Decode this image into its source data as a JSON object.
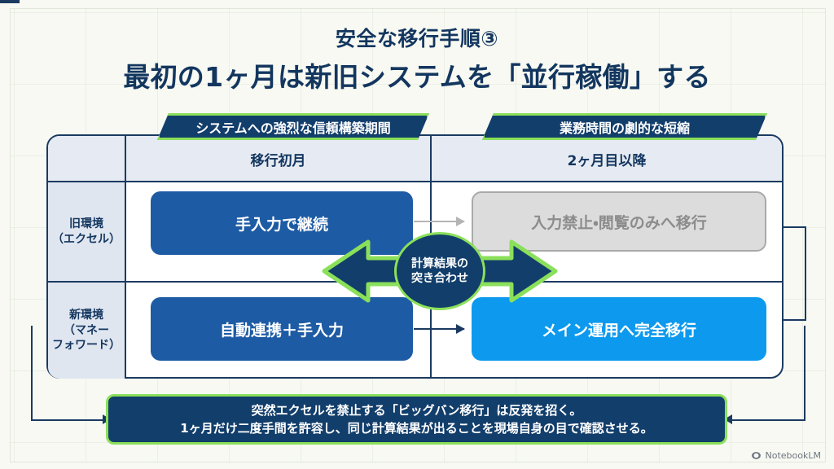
{
  "slide": {
    "subtitle": "安全な移行手順③",
    "title": "最初の1ヶ月は新旧システムを「並行稼働」する"
  },
  "banners": {
    "left": "システムへの強烈な信頼構築期間",
    "right": "業務時間の劇的な短縮"
  },
  "table": {
    "column_headers": {
      "month1": "移行初月",
      "month2": "2ヶ月目以降"
    },
    "rows": [
      {
        "label_line1": "旧環境",
        "label_line2": "（エクセル）",
        "month1": "手入力で継続",
        "month2": "入力禁止・閲覧のみへ移行"
      },
      {
        "label_line1": "新環境",
        "label_line2": "（マネー",
        "label_line3": "フォワード）",
        "month1": "自動連携＋手入力",
        "month2": "メイン運用へ完全移行"
      }
    ]
  },
  "center_node": {
    "line1": "計算結果の",
    "line2": "突き合わせ"
  },
  "summary": {
    "line1": "突然エクセルを禁止する「ビッグバン移行」は反発を招く。",
    "line2": "1ヶ月だけ二度手間を許容し、同じ計算結果が出ることを現場自身の目で確認させる。"
  },
  "watermark": {
    "label": "NotebookLM"
  },
  "colors": {
    "background": "#f7f9f2",
    "navy": "#123e6b",
    "navy_text": "#13365f",
    "green_accent": "#8ae05a",
    "blue_box": "#1d5ba4",
    "cyan_box": "#0d9aee",
    "gray_box": "#dcdcdc",
    "gray_box_text": "#8c8c8c",
    "header_band": "#e6eaf2",
    "row_label_bg": "#e0e6f0",
    "frame_border": "#1b3a61"
  }
}
